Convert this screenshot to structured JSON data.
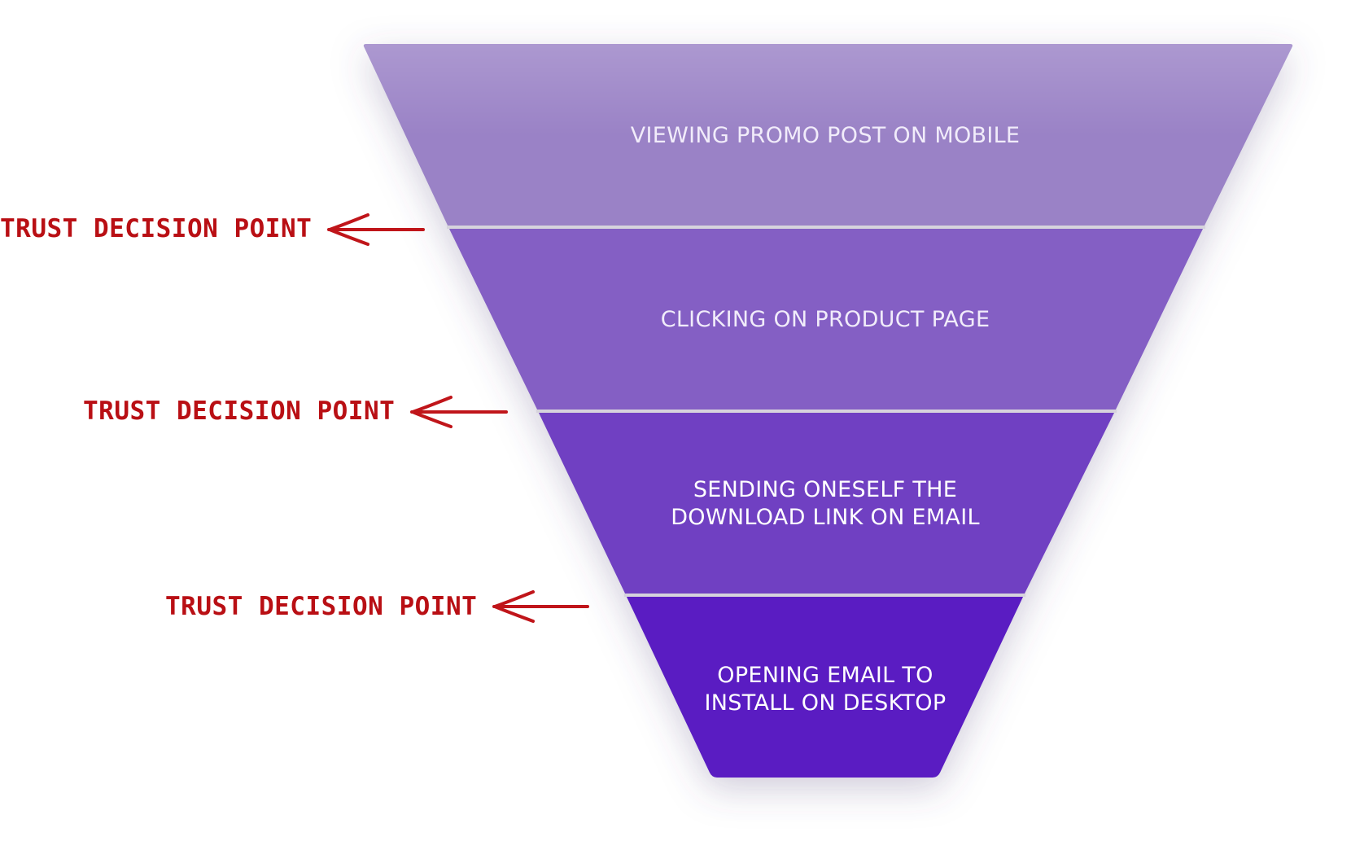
{
  "stages": [
    {
      "label": "VIEWING PROMO POST ON MOBILE",
      "color": "#9a82c6"
    },
    {
      "label": "CLICKING ON PRODUCT PAGE",
      "color": "#845ec4"
    },
    {
      "label": "SENDING ONESELF THE DOWNLOAD LINK ON EMAIL",
      "color": "#6f3fc2"
    },
    {
      "label": "OPENING EMAIL TO INSTALL ON DESKTOP",
      "color": "#5a1cc2"
    }
  ],
  "trust_points": [
    {
      "label": "TRUST DECISION POINT"
    },
    {
      "label": "TRUST DECISION POINT"
    },
    {
      "label": "TRUST DECISION POINT"
    }
  ],
  "colors": {
    "arrow": "#c0151a",
    "divider": "#d6d3dc"
  }
}
